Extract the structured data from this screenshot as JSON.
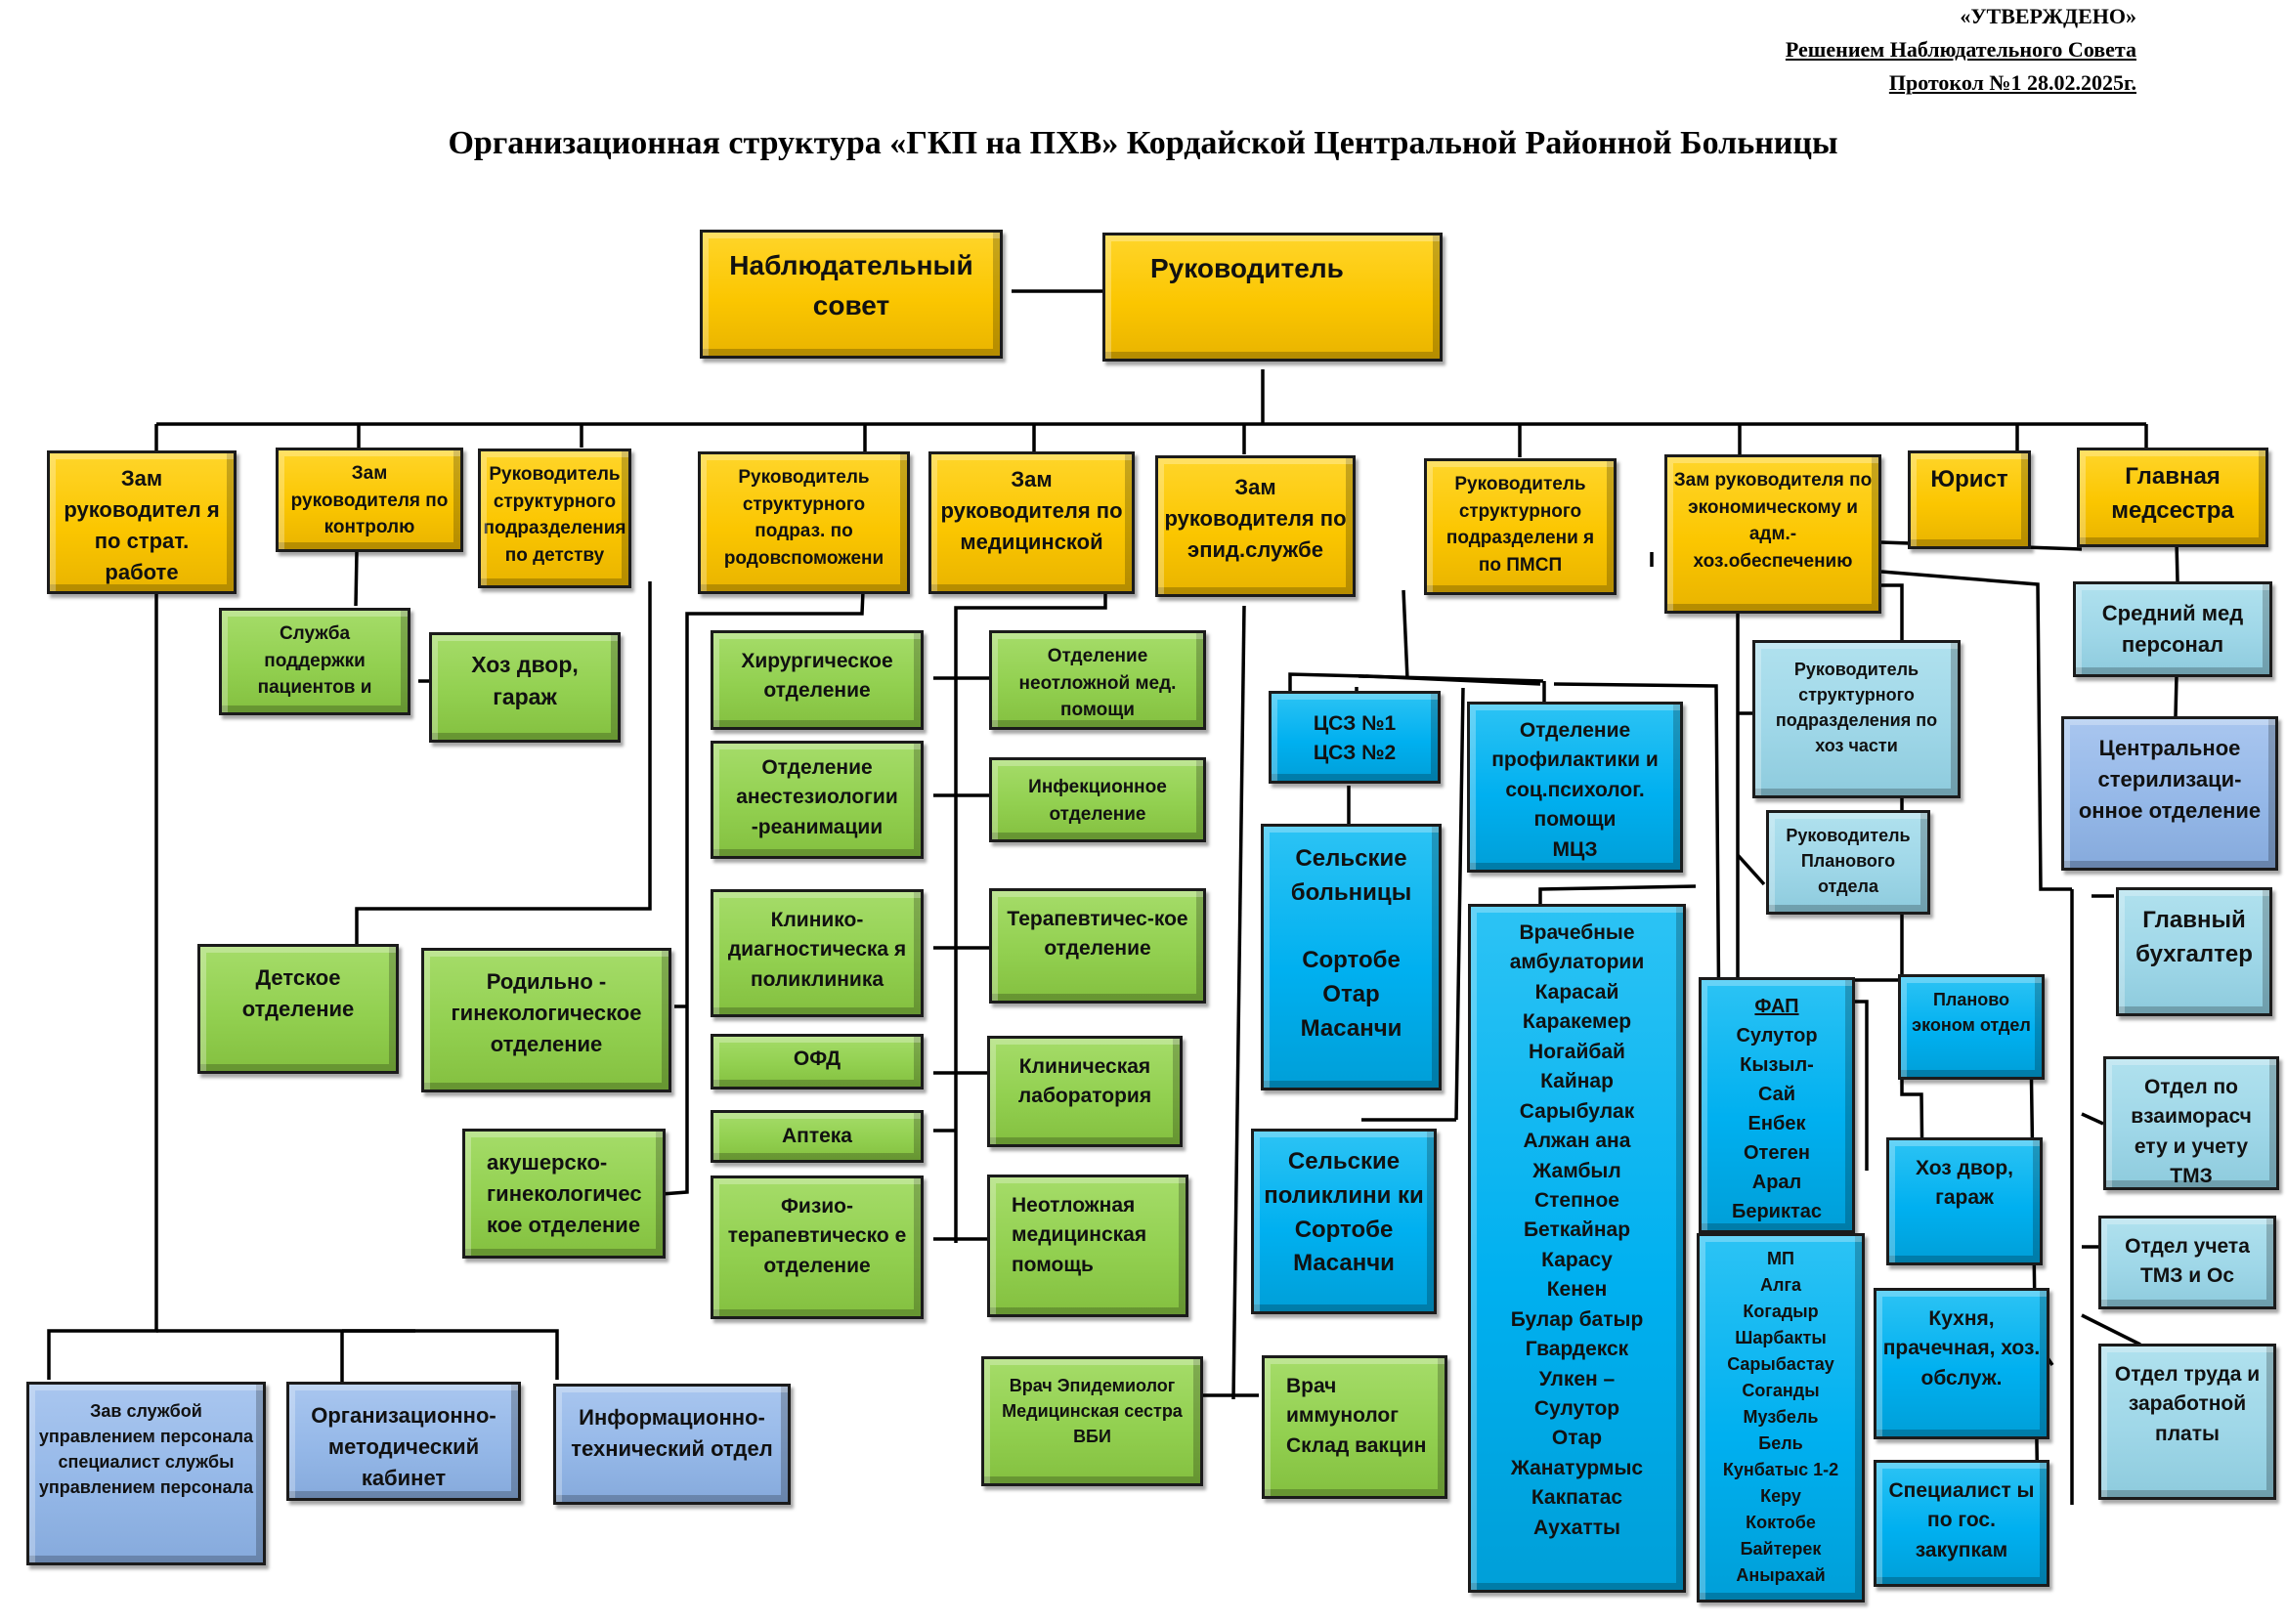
{
  "approval": {
    "stamp": "«УТВЕРЖДЕНО»",
    "decision": "Решением Наблюдательного Совета",
    "protocol": "Протокол №1 28.02.2025г."
  },
  "title": "Организационная структура «ГКП на ПХВ» Кордайской Центральной Районной Больницы",
  "colors": {
    "management": "#fbc600",
    "departments": "#92d050",
    "primary_care": "#00b0f0",
    "admin_services": "#9fd7e8",
    "methodical_services": "#95b8e8"
  },
  "top": {
    "supervisory_board": "Наблюдательный совет",
    "director": "Руководитель"
  },
  "level2": {
    "deputy_strategy": "Зам руководител я по страт. работе",
    "deputy_control": "Зам руководителя по контролю",
    "head_childhood": "Руководитель структурного подразделения по детству",
    "head_obstetrics": "Руководитель структурного подраз. по родовспоможени",
    "deputy_medical": "Зам руководителя по медицинской",
    "deputy_epid": "Зам руководителя по эпид.службе",
    "head_pmsp": "Руководитель структурного подразделени я по ПМСП",
    "deputy_economic": "Зам руководителя по экономическому и адм.-хоз.обеспечению",
    "lawyer": "Юрист",
    "head_nurse": "Главная медсестра"
  },
  "control_units": {
    "patient_support": "Служба поддержки пациентов и",
    "yard_garage": "Хоз двор, гараж"
  },
  "childhood_units": {
    "pediatric": "Детское отделение"
  },
  "obstetric_units": {
    "maternity": "Родильно - гинекологическое отделение",
    "obstetric_gyn": "акушерско-гинекологичес кое отделение"
  },
  "medical_units": {
    "left": [
      "Хирургическое отделение",
      "Отделение анестезиологии -реанимации",
      "Клинико-диагностическа я поликлиника",
      "ОФД",
      "Аптека",
      "Физио-терапевтическо е отделение"
    ],
    "right": [
      "Отделение неотложной мед. помощи",
      "Инфекционное отделение",
      "Терапевтичес-кое отделение",
      "Клиническая лаборатория",
      "Неотложная медицинская помощь"
    ]
  },
  "epid_units": {
    "epidemiologist": "Врач Эпидемиолог Медицинская сестра ВБИ",
    "immunologist": "Врач иммунолог Склад вакцин"
  },
  "strategy_units": [
    "Зав службой управлением персонала специалист службы управлением персонала",
    "Организационно-методический кабинет",
    "Информационно-технический отдел"
  ],
  "pmsp_units": {
    "csz": "ЦСЗ №1\nЦСЗ №2",
    "rural_hospitals": "Сельские больницы\n\nСортобе\nОтар\nМасанчи",
    "rural_polyclinics": "Сельские поликлини ки\nСортобе\nМасанчи",
    "prevention": "Отделение профилактики и соц.психолог. помощи\nМЦЗ",
    "ambulatories": {
      "heading": "Врачебные амбулатории",
      "items": [
        "Карасай",
        "Каракемер",
        "Ногайбай",
        "Кайнар",
        "Сарыбулак",
        "Алжан ана",
        "Жамбыл",
        "Степное",
        "Беткайнар",
        "Карасу",
        "Кенен",
        "Булар батыр",
        "Гвардекск",
        "Улкен –",
        "Сулутор",
        "Отар",
        "Жанатурмыс",
        "Какпатас",
        "Аухатты"
      ]
    },
    "fap": {
      "heading": "ФАП",
      "items": [
        "Сулутор",
        "Кызыл-",
        "Сай",
        "Енбек",
        "Отеген",
        "Арал",
        "Бериктас"
      ]
    },
    "mp": {
      "heading": "МП",
      "items": [
        "Алга",
        "Когадыр",
        "Шарбакты",
        "Сарыбастау",
        "Соганды",
        "Музбель",
        "Бель",
        "Кунбатыс 1-2",
        "Керу",
        "Коктобе",
        "Байтерек",
        "Анырахай"
      ]
    }
  },
  "economic_units": {
    "head_household": "Руководитель структурного подразделения по хоз части",
    "head_planning": "Руководитель Планового отдела",
    "planning_econ": "Планово эконом отдел",
    "yard_garage": "Хоз двор, гараж",
    "kitchen": "Кухня, прачечная, хоз. обслуж.",
    "procurement": "Специалист ы по гос. закупкам",
    "chief_accountant": "Главный бухгалтер",
    "settlements": "Отдел по взаиморасч ету и учету ТМЗ",
    "tmz_os": "Отдел учета ТМЗ и Ос",
    "labor_salary": "Отдел труда и заработной платы"
  },
  "nurse_units": {
    "mid_staff": "Средний мед персонал",
    "sterilization": "Центральное стерилизаци-онное отделение"
  }
}
